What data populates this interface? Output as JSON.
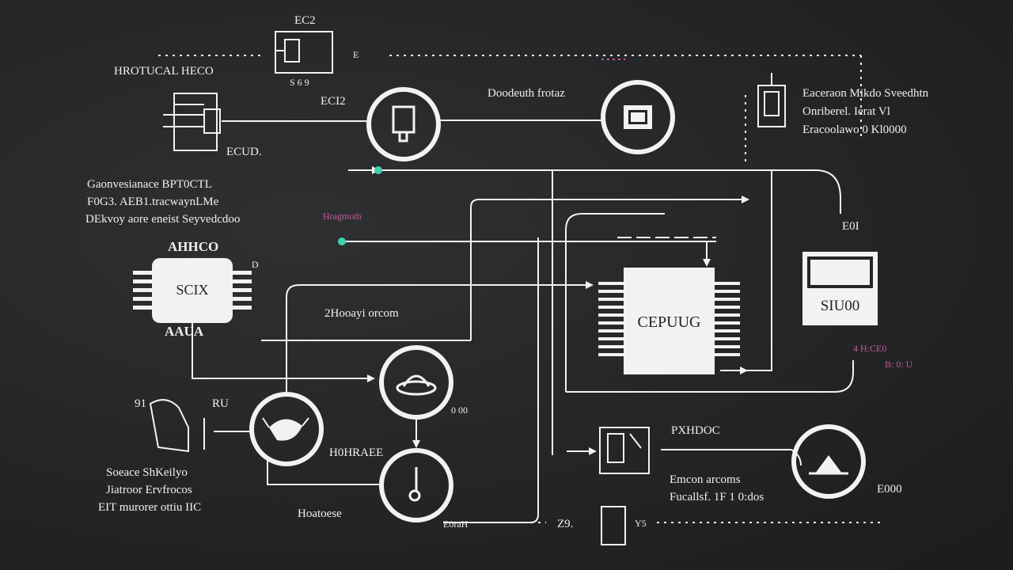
{
  "labels": {
    "top_code": "EC2",
    "top_code_sub": "S 6 9",
    "top_small": "E",
    "left_title": "HROTUCAL HECO",
    "node1_code": "ECI2",
    "comp1_sub": "ECUD.",
    "diode_label": "Doodeuth frotaz",
    "right_block_lines": [
      "Eaceraon Mikdo Sveedhtn",
      "Onriberel. Ierat Vl",
      "Eracoolawo 0 Kl0000"
    ],
    "left_block_lines": [
      "Gaonvesianace BPT0CTL",
      "F0G3. AEB1.tracwaynLMe",
      "DEkvoy aore eneist Seyvedcdoo"
    ],
    "pink_small": "Hragmoth",
    "right_code": "E0I",
    "chip_top": "AHHCO",
    "chip_bottom": "AAUA",
    "chip_d": "D",
    "chip_left_text": "SCIX",
    "chip_center_text": "CEPUUG",
    "mid_label": "2Hooayi orcom",
    "monitor_text": "SIU00",
    "pink_right": "4 H:CE0",
    "pink_right_sub": "B: 0: U",
    "bottom_left_91": "91",
    "bottom_left_ru": "RU",
    "node_small": "0 00",
    "node_label": "H0HRAEE",
    "right_mid_label": "PXHDOC",
    "right_low_lines": [
      "Emcon arcoms",
      "Fucallsf. 1F 1 0:dos"
    ],
    "right_bottom": "E000",
    "bottom_left_lines": [
      "Soeace ShKeilyo",
      "Jiatroor Ervfrocos",
      "EIT murorer ottiu IIC"
    ],
    "bottom_mid_label": "Hoatoese",
    "bottom_mid_small": "E0raH",
    "bottom_code": "Z9.",
    "bottom_small2": "Y5"
  },
  "colors": {
    "background": "#232526",
    "line": "#f2f2f2",
    "accent_pink": "#c85a9e",
    "accent_teal": "#3fd1b0"
  },
  "icons": {
    "node_top": "pill-icon",
    "node_top_right": "chip-icon",
    "node_mid": "button-icon",
    "node_left": "bug-icon",
    "node_bottom": "needle-icon",
    "node_right": "triangle-icon"
  }
}
